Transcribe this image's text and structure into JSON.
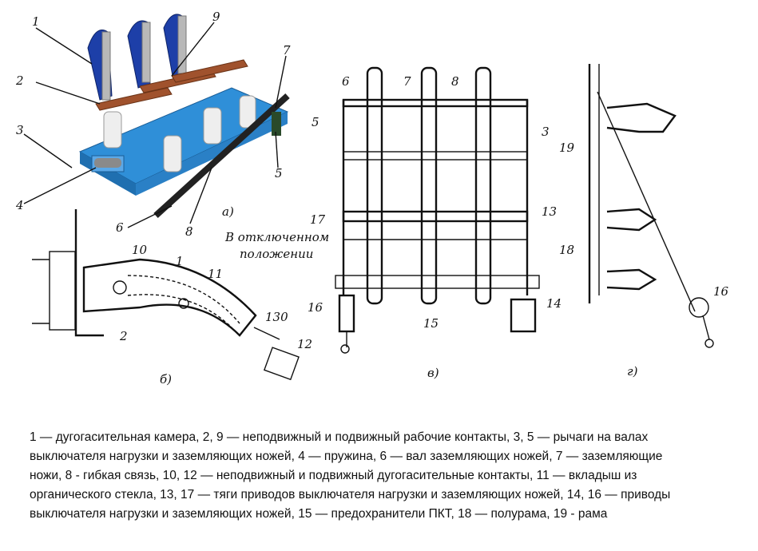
{
  "figure": {
    "panel_labels": {
      "a": "а)",
      "b": "б)",
      "v": "в)",
      "g": "г)"
    },
    "photo_callouts": [
      "1",
      "2",
      "3",
      "4",
      "5",
      "6",
      "7",
      "8",
      "9"
    ],
    "b_callouts": [
      "10",
      "1",
      "11",
      "2",
      "12"
    ],
    "b_annotation_line1": "В отключенном",
    "b_annotation_line2": "положении",
    "b_dimension": "130",
    "v_callouts": [
      "6",
      "7",
      "8",
      "5",
      "3",
      "17",
      "13",
      "16",
      "15",
      "14"
    ],
    "g_callouts": [
      "19",
      "18",
      "16"
    ],
    "colors": {
      "frame": "#2f8fd8",
      "chamber": "#1d3fa8",
      "insulator": "#e8e8e8",
      "contact": "#a0522d"
    }
  },
  "caption": {
    "lines": [
      "1 — дугогасительная камера, 2, 9 — неподвижный и подвижный рабочие контакты, 3, 5 — рычаги на валах",
      "выключателя нагрузки и заземляющих ножей, 4 — пружина, 6 — вал заземляющих ножей, 7 — заземляющие",
      "ножи, 8 - гибкая связь, 10, 12 — неподвижный и подвижный дугогасительные контакты, 11 — вкладыш из",
      "органического стекла, 13, 17 — тяги приводов выключателя нагрузки и заземляющих ножей, 14, 16 — приводы",
      "выключателя нагрузки и заземляющих ножей, 15 — предохранители ПКТ, 18 — полурама, 19 - рама"
    ]
  }
}
